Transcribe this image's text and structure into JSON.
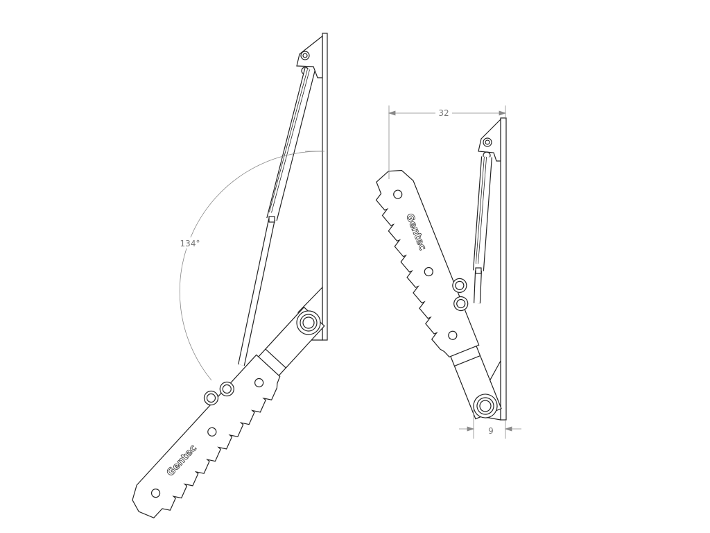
{
  "drawing": {
    "left_view": {
      "angle_label": "134°",
      "logo": "Gentec"
    },
    "right_view": {
      "width_dimension": "32",
      "offset_dimension": "9",
      "logo": "Gentec"
    },
    "line_color": "#222222",
    "dimension_color": "#888888"
  }
}
